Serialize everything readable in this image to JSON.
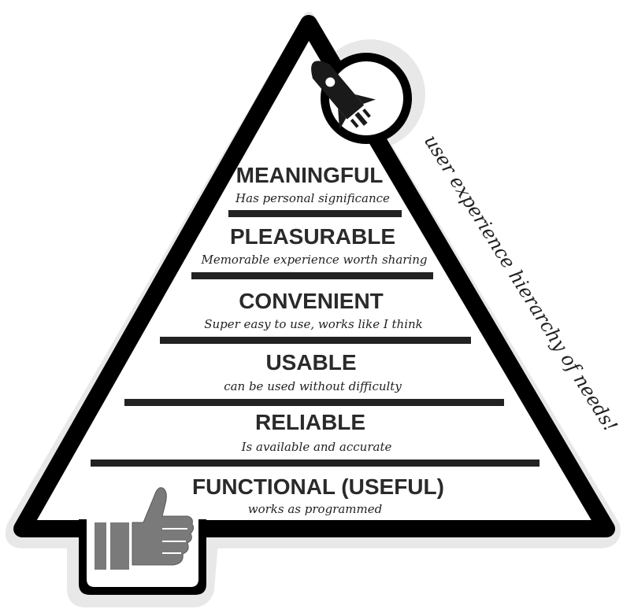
{
  "diagram": {
    "side_caption": "user experience hierarchy of needs!",
    "levels": [
      {
        "title": "MEANINGFUL",
        "subtitle": "Has personal significance"
      },
      {
        "title": "PLEASURABLE",
        "subtitle": "Memorable experience worth sharing"
      },
      {
        "title": "CONVENIENT",
        "subtitle": "Super easy to use, works like I think"
      },
      {
        "title": "USABLE",
        "subtitle": "can be used without difficulty"
      },
      {
        "title": "RELIABLE",
        "subtitle": "Is available and accurate"
      },
      {
        "title": "FUNCTIONAL (USEFUL)",
        "subtitle": "works as programmed"
      }
    ],
    "icons": {
      "top": "rocket-icon",
      "bottom": "thumbs-up-icon"
    },
    "colors": {
      "outline": "#000000",
      "sticker_border": "#e6e6e6",
      "fill": "#ffffff",
      "icon_gray": "#7a7a7a"
    }
  }
}
